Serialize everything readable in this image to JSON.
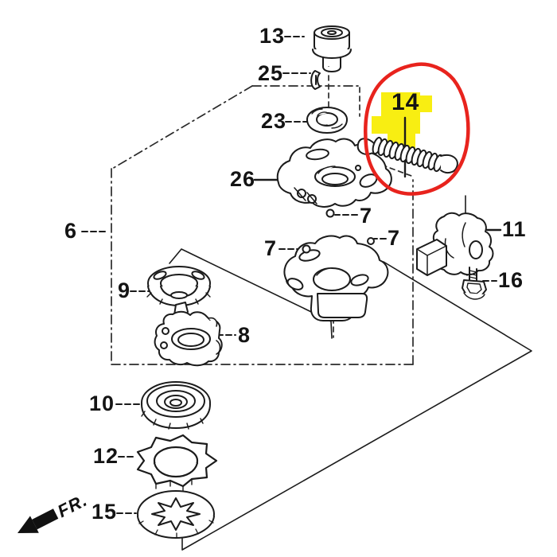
{
  "diagram": {
    "type": "exploded-parts-diagram",
    "background": "#ffffff",
    "line_color": "#1b1b1b",
    "part_labels": {
      "p6": "6",
      "p7a": "7",
      "p7b": "7",
      "p7c": "7",
      "p8": "8",
      "p9": "9",
      "p10": "10",
      "p11": "11",
      "p12": "12",
      "p13": "13",
      "p14": "14",
      "p15": "15",
      "p16": "16",
      "p23": "23",
      "p25": "25",
      "p26": "26"
    },
    "direction_marker": "FR.",
    "highlight": {
      "part": "14",
      "fill": "#f8ee12",
      "ring": "#e8231d"
    }
  }
}
